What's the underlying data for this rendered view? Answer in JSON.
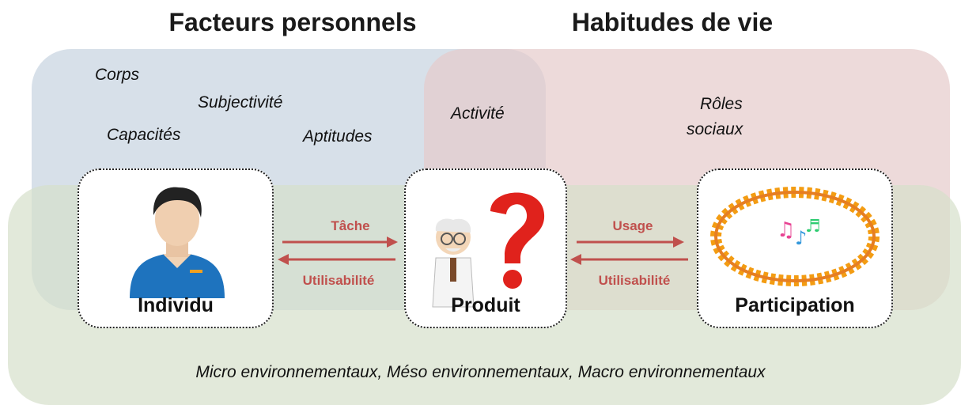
{
  "headings": {
    "left": "Facteurs personnels",
    "right": "Habitudes de vie"
  },
  "personal_factors": {
    "corps": "Corps",
    "subjectivite": "Subjectivité",
    "capacites": "Capacités",
    "aptitudes": "Aptitudes"
  },
  "overlap_label": "Activité",
  "life_habits": {
    "roles_line1": "Rôles",
    "roles_line2": "sociaux"
  },
  "nodes": {
    "individu": "Individu",
    "produit": "Produit",
    "participation": "Participation"
  },
  "links": {
    "left_forward": "Tâche",
    "left_back": "Utilisabilité",
    "right_forward": "Usage",
    "right_back": "Utilisabilité"
  },
  "environment": "Micro environnementaux, Méso environnementaux, Macro environnementaux",
  "colors": {
    "personal_region": "#d7dfe8",
    "life_region": "#ebd6d6",
    "environment_region": "#dfe6d5",
    "arrow": "#c0504d"
  },
  "icons": [
    "person-icon",
    "thinking-scientist-icon",
    "question-mark-icon",
    "people-circle-icon",
    "music-notes-icon"
  ]
}
